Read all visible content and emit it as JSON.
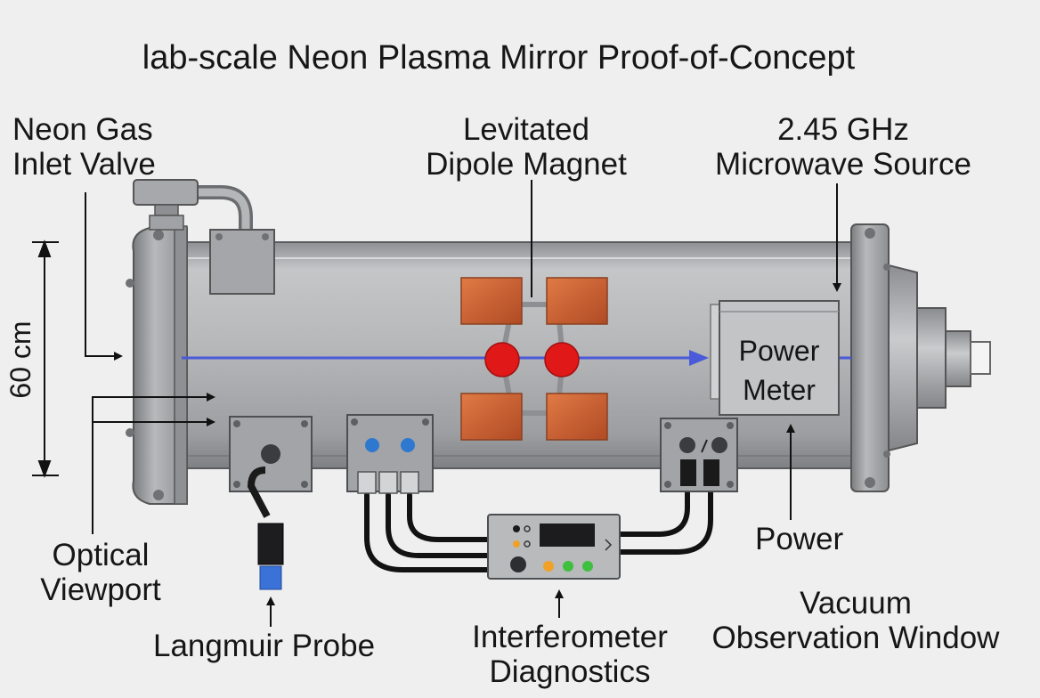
{
  "title": "lab-scale Neon Plasma Mirror Proof-of-Concept",
  "labels": {
    "neon_inlet": [
      "Neon Gas",
      "Inlet Valve"
    ],
    "dipole_magnet": [
      "Levitated",
      "Dipole Magnet"
    ],
    "microwave_source": [
      "2.45 GHz",
      "Microwave Source"
    ],
    "power_meter": [
      "Power",
      "Meter"
    ],
    "optical_viewport": [
      "Optical",
      "Viewport"
    ],
    "langmuir_probe": "Langmuir Probe",
    "interferometer": [
      "Interferometer",
      "Diagnostics"
    ],
    "power": "Power",
    "vacuum_window": [
      "Vacuum",
      "Observation Window"
    ],
    "dimension": "60 cm"
  },
  "colors": {
    "beam": "#4a5ad8",
    "magnet_coil": "#d2643a",
    "magnet_core": "#e01818",
    "chamber": "#a9abae",
    "indicator_blue": "#2f78d0",
    "indicator_green": "#3fbf3f",
    "indicator_orange": "#f0a12a",
    "probe_tip": "#3a72d8"
  },
  "icons": [
    "arrow-icon",
    "knob-icon",
    "indicator-led-icon",
    "cable-connector-icon"
  ]
}
